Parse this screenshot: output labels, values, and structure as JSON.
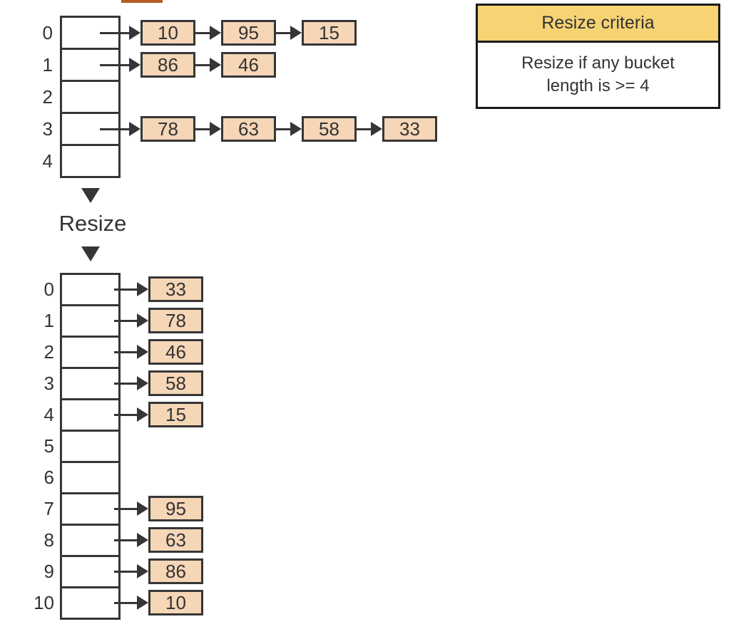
{
  "colors": {
    "node_fill": "#f5d6b7",
    "stroke": "#363636",
    "criteria_header_fill": "#f6d373",
    "clipped_node_accent": "#b25c26",
    "background": "#ffffff"
  },
  "top_table": {
    "buckets": [
      {
        "label": "0",
        "chain": [
          "10",
          "95",
          "15"
        ]
      },
      {
        "label": "1",
        "chain": [
          "86",
          "46"
        ]
      },
      {
        "label": "2",
        "chain": []
      },
      {
        "label": "3",
        "chain": [
          "78",
          "63",
          "58",
          "33"
        ]
      },
      {
        "label": "4",
        "chain": []
      }
    ]
  },
  "transition": {
    "label": "Resize"
  },
  "criteria_box": {
    "title": "Resize criteria",
    "body_lines": [
      "Resize if any bucket",
      "length is >= 4"
    ]
  },
  "bottom_table": {
    "buckets": [
      {
        "label": "0",
        "chain": [
          "33"
        ]
      },
      {
        "label": "1",
        "chain": [
          "78"
        ]
      },
      {
        "label": "2",
        "chain": [
          "46"
        ]
      },
      {
        "label": "3",
        "chain": [
          "58"
        ]
      },
      {
        "label": "4",
        "chain": [
          "15"
        ]
      },
      {
        "label": "5",
        "chain": []
      },
      {
        "label": "6",
        "chain": []
      },
      {
        "label": "7",
        "chain": [
          "95"
        ]
      },
      {
        "label": "8",
        "chain": [
          "63"
        ]
      },
      {
        "label": "9",
        "chain": [
          "86"
        ]
      },
      {
        "label": "10",
        "chain": [
          "10"
        ]
      }
    ]
  }
}
